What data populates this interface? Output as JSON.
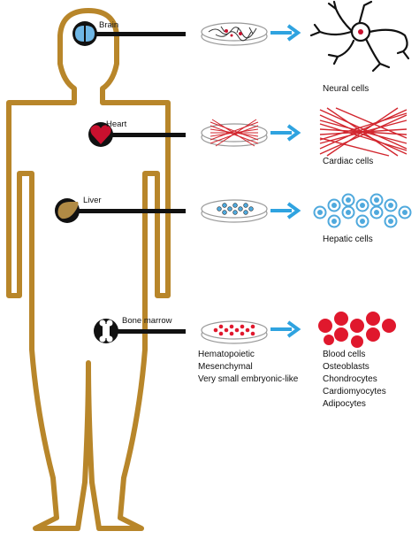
{
  "colors": {
    "body_outline": "#B8862A",
    "connector": "#111111",
    "arrow": "#2FA3E0",
    "brain_fill": "#6FB7E6",
    "heart_fill": "#C8102E",
    "liver_fill": "#B08A45",
    "bone_fill": "#FFFFFF",
    "cardiac_fibers": "#D2262E",
    "hepatic_cell_fill": "#4FA9DD",
    "blood_cell_fill": "#E0182D",
    "dish_outline": "#999999"
  },
  "rows": [
    {
      "organ": "Brain",
      "organ_icon": "brain-icon",
      "result_label": "Neural cells",
      "result_icon": "neuron-icon"
    },
    {
      "organ": "Heart",
      "organ_icon": "heart-icon",
      "result_label": "Cardiac cells",
      "result_icon": "cardiac-fibers-icon"
    },
    {
      "organ": "Liver",
      "organ_icon": "liver-icon",
      "result_label": "Hepatic cells",
      "result_icon": "hepatic-cells-icon"
    },
    {
      "organ": "Bone marrow",
      "organ_icon": "bone-icon",
      "result_label": "",
      "result_icon": "blood-cells-icon"
    }
  ],
  "bone_marrow_sources": [
    "Hematopoietic",
    "Mesenchymal",
    "Very small embryonic-like"
  ],
  "bone_marrow_outputs": [
    "Blood cells",
    "Osteoblasts",
    "Chondrocytes",
    "Cardiomyocytes",
    "Adipocytes"
  ]
}
